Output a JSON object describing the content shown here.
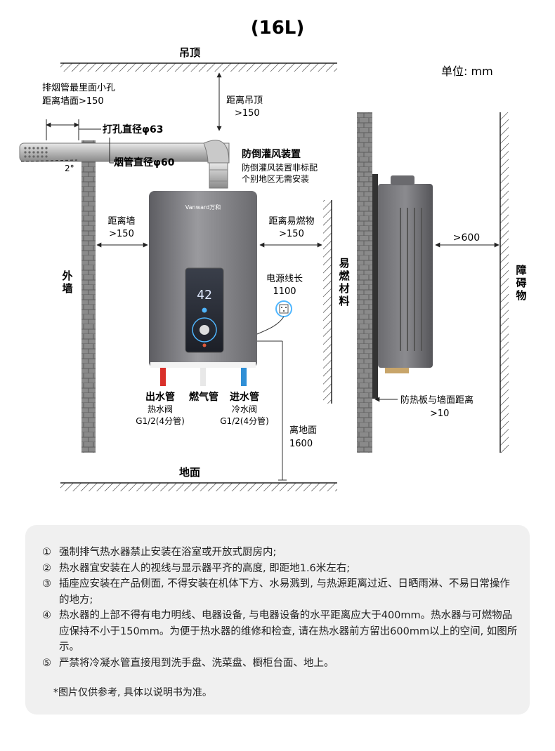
{
  "header": {
    "capacity": "(16L)",
    "unit": "单位: mm"
  },
  "labels": {
    "ceiling": "吊顶",
    "floor": "地面",
    "outer_wall": "外墙",
    "combustible": "易燃材料",
    "obstacle": "障碍物",
    "flue_hole_distance": [
      "排烟管最里面小孔",
      "距离墙面>150"
    ],
    "drill_hole": "打孔直径φ63",
    "flue_diameter": "烟管直径φ60",
    "slope": "2°",
    "ceiling_distance": [
      "距离吊顶",
      ">150"
    ],
    "anti_backdraft_title": "防倒灌风装置",
    "anti_backdraft_note": [
      "防倒灌风装置非标配",
      "个别地区无需安装"
    ],
    "wall_distance": [
      "距离墙",
      ">150"
    ],
    "combustible_distance": [
      "距离易燃物",
      ">150"
    ],
    "power_cord": [
      "电源线长",
      "1100"
    ],
    "front_clearance": ">600",
    "heat_shield": [
      "防热板与墙面距离",
      ">10"
    ],
    "floor_height": [
      "离地面",
      "1600"
    ],
    "outlet_pipe": {
      "title": "出水管",
      "sub": [
        "热水阀",
        "G1/2(4分管)"
      ]
    },
    "gas_pipe": {
      "title": "燃气管"
    },
    "inlet_pipe": {
      "title": "进水管",
      "sub": [
        "冷水阀",
        "G1/2(4分管)"
      ]
    },
    "display_value": "42",
    "brand": "Vanward万和"
  },
  "colors": {
    "hot_water": "#d9302a",
    "cold_water": "#2f8fd6",
    "wall_fill": "#888888",
    "heater_body": "#7a7a7e",
    "notes_bg": "#f0f0f0"
  },
  "notes": [
    {
      "num": "①",
      "text": "强制排气热水器禁止安装在浴室或开放式厨房内;"
    },
    {
      "num": "②",
      "text": "热水器宜安装在人的视线与显示器平齐的高度, 即距地1.6米左右;"
    },
    {
      "num": "③",
      "text": "插座应安装在产品侧面, 不得安装在机体下方、水易溅到, 与热源距离过近、日晒雨淋、不易日常操作的地方;"
    },
    {
      "num": "④",
      "text": "热水器的上部不得有电力明线、电器设备, 与电器设备的水平距离应大于400mm。热水器与可燃物品应保持不小于150mm。为便于热水器的维修和检查, 请在热水器前方留出600mm以上的空间, 如图所示。"
    },
    {
      "num": "⑤",
      "text": "严禁将冷凝水管直接甩到洗手盘、洗菜盘、橱柜台面、地上。"
    }
  ],
  "footnote": "*图片仅供参考, 具体以说明书为准。"
}
